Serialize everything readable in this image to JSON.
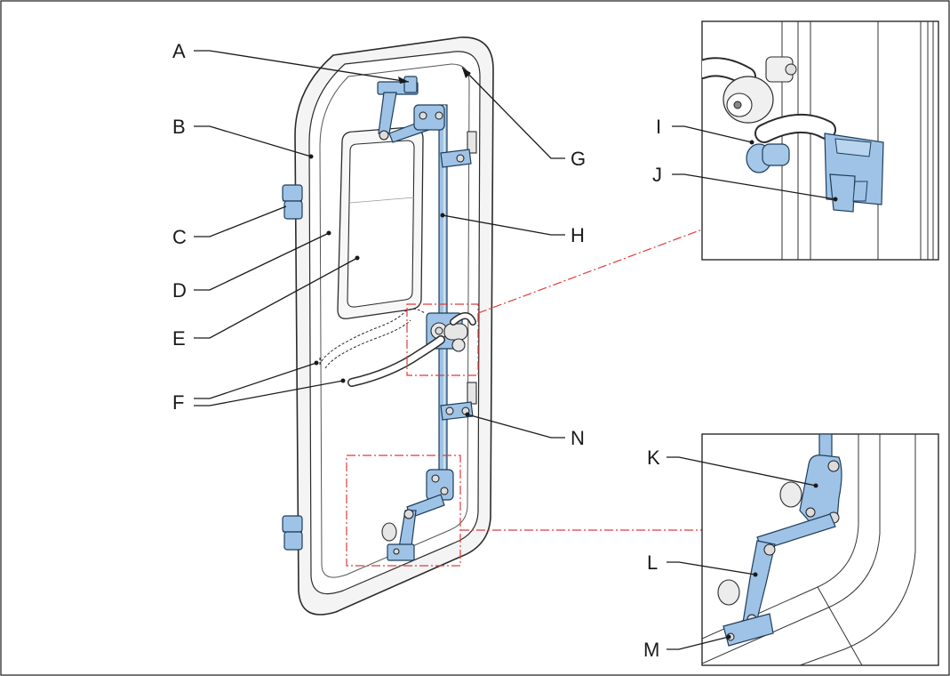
{
  "labels": {
    "A": "A",
    "B": "B",
    "C": "C",
    "D": "D",
    "E": "E",
    "F": "F",
    "G": "G",
    "H": "H",
    "I": "I",
    "J": "J",
    "K": "K",
    "L": "L",
    "M": "M",
    "N": "N"
  },
  "colors": {
    "component_blue": "#9ec3e6",
    "detail_callout": "#e23b3b",
    "outline": "#2b2b2b"
  }
}
